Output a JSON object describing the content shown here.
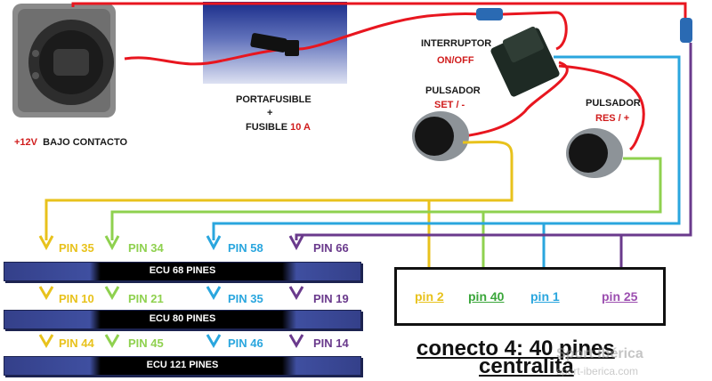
{
  "texts": {
    "light_switch_label_prefix": "+12V",
    "light_switch_label": "BAJO CONTACTO",
    "fuse_holder_line1": "PORTAFUSIBLE",
    "fuse_holder_plus": "+",
    "fuse_holder_line2": "FUSIBLE",
    "fuse_rating": "10 A",
    "switch_title": "INTERRUPTOR",
    "switch_subtitle": "ON/OFF",
    "button1_title": "PULSADOR",
    "button1_subtitle": "SET / -",
    "button2_title": "PULSADOR",
    "button2_subtitle": "RES / +"
  },
  "ecus": [
    {
      "name": "ECU 68 PINES",
      "pins": [
        "PIN 35",
        "PIN 34",
        "PIN 58",
        "PIN 66"
      ]
    },
    {
      "name": "ECU 80 PINES",
      "pins": [
        "PIN 10",
        "PIN 21",
        "PIN 35",
        "PIN 19"
      ]
    },
    {
      "name": "ECU 121 PINES",
      "pins": [
        "PIN 44",
        "PIN 45",
        "PIN 46",
        "PIN 14"
      ]
    }
  ],
  "connector": {
    "pins": [
      "pin 2",
      "pin 40",
      "pin 1",
      "pin 25"
    ],
    "title": "conecto   4: 40 pines",
    "subtitle": "centralita"
  },
  "watermark": {
    "line1": "    Sport Ibérica",
    "line2": "sport-iberica.com"
  },
  "colors": {
    "power": "#e8161f",
    "pin_a": "#e8c21c",
    "pin_b": "#8fd14f",
    "pin_c": "#2aa6de",
    "pin_d": "#6a3a8c"
  },
  "icons": [
    "light-switch-knob-icon",
    "fuse-holder-icon",
    "rocker-switch-icon",
    "push-button-icon",
    "inline-fuse-icon",
    "arrow-down-icon"
  ]
}
